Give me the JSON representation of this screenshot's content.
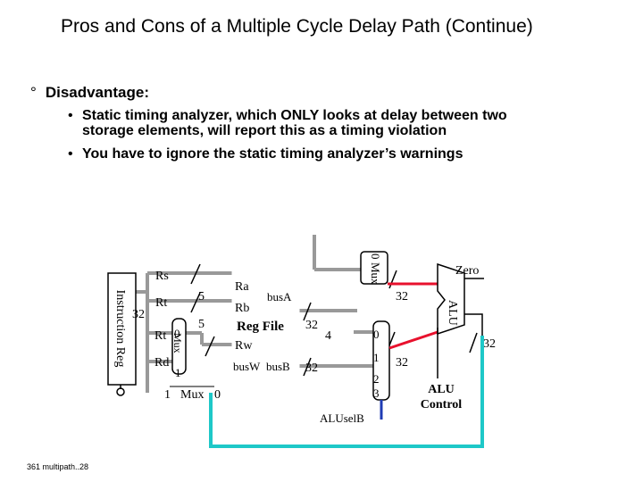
{
  "title": "Pros and Cons of a Multiple Cycle Delay Path (Continue)",
  "main_bullet": {
    "symbol": "°",
    "text": "Disadvantage:"
  },
  "sub_bullets": [
    {
      "symbol": "•",
      "line1": "Static timing analyzer, which ONLY looks at delay between two",
      "line2": "storage elements, will report this as a timing violation"
    },
    {
      "symbol": "•",
      "line1": "You have to ignore the static timing analyzer’s warnings",
      "line2": ""
    }
  ],
  "diagram": {
    "instruction_reg": "Instruction Reg",
    "width_32_ir": "32",
    "rs": "Rs",
    "rt": "Rt",
    "rt_mux": "Rt",
    "rd_mux": "Rd",
    "five_a": "5",
    "five_b": "5",
    "regdst_mux_name": "Mux",
    "regdst_mux_in0": "0",
    "regdst_mux_in1": "1",
    "bottom_mux": {
      "in1": "1",
      "name": "Mux",
      "in0": "0"
    },
    "regfile": {
      "ra": "Ra",
      "rb": "Rb",
      "title": "Reg File",
      "rw": "Rw",
      "busw": "busW",
      "busb": "busB",
      "busa": "busA"
    },
    "width_32_busa": "32",
    "width_32_busb": "32",
    "four": "4",
    "alusela_mux": {
      "in0": "0",
      "name": "Mux"
    },
    "aluselb_mux": {
      "in0": "0",
      "in1": "1",
      "in2": "2",
      "in3": "3",
      "select": "ALUselB"
    },
    "width_32_alu_a": "32",
    "width_32_alu_b": "32",
    "width_32_alu_out": "32",
    "alu": "ALU",
    "zero": "Zero",
    "alu_control": {
      "line1": "ALU",
      "line2": "Control"
    }
  },
  "colors": {
    "bus_gray": "#999999",
    "red": "#e8112d",
    "cyan": "#1ec8c8",
    "blue": "#1f3cb4"
  },
  "footer": "361 multipath..28"
}
